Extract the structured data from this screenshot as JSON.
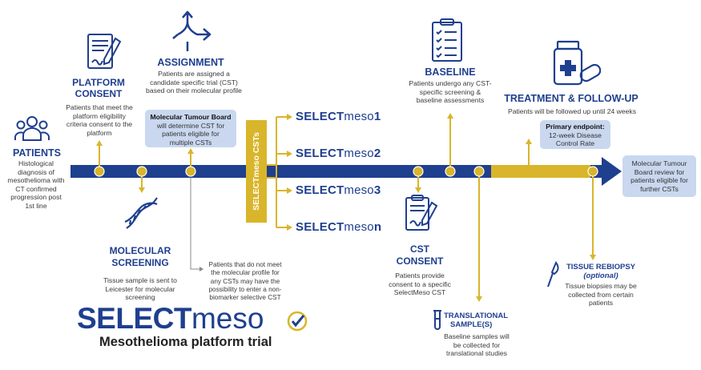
{
  "patients": {
    "title": "PATIENTS",
    "lines": [
      "Histological",
      "diagnosis of",
      "mesothelioma with",
      "CT confirmed",
      "progression post",
      "1st line"
    ]
  },
  "platform_consent": {
    "title_1": "PLATFORM",
    "title_2": "CONSENT",
    "lines": [
      "Patients that meet the",
      "platform eligibility",
      "criteria consent to the",
      "platform"
    ]
  },
  "assignment": {
    "title": "ASSIGNMENT",
    "lines": [
      "Patients are assigned a",
      "candidate specific trial (CST)",
      "based on their molecular profile"
    ],
    "box_bold": "Molecular Tumour Board",
    "box_lines": [
      "will determine CST for",
      "patients eligible for",
      "multiple CSTs"
    ]
  },
  "vertical_band": {
    "label": "SELECTmeso CSTs"
  },
  "csts": [
    {
      "prefix": "SELECT",
      "suffix": "meso",
      "id": "1"
    },
    {
      "prefix": "SELECT",
      "suffix": "meso",
      "id": "2"
    },
    {
      "prefix": "SELECT",
      "suffix": "meso",
      "id": "3"
    },
    {
      "prefix": "SELECT",
      "suffix": "meso",
      "id": "n"
    }
  ],
  "molecular_screening": {
    "title_1": "MOLECULAR",
    "title_2": "SCREENING",
    "lines": [
      "Tissue sample is sent to",
      "Leicester for molecular",
      "screening"
    ]
  },
  "non_match_note": {
    "lines": [
      "Patients that do not meet",
      "the molecular profile for",
      "any CSTs may have the",
      "possibility to enter a non-",
      "biomarker selective CST"
    ]
  },
  "baseline": {
    "title": "BASELINE",
    "lines": [
      "Patients undergo any CST-",
      "specific screening &",
      "baseline assessments"
    ]
  },
  "cst_consent": {
    "title_1": "CST",
    "title_2": "CONSENT",
    "lines": [
      "Patients provide",
      "consent to a specific",
      "SelectMeso  CST"
    ]
  },
  "treatment": {
    "title": "TREATMENT & FOLLOW-UP",
    "subtitle": "Patients will be followed up until 24 weeks",
    "box_bold": "Primary endpoint:",
    "box_lines": [
      "12-week Disease",
      "Control Rate"
    ]
  },
  "final_review": {
    "lines": [
      "Molecular Tumour",
      "Board review  for",
      "patients eligible  for",
      "further CSTs"
    ]
  },
  "translational": {
    "title_1": "TRANSLATIONAL",
    "title_2": "SAMPLE(S)",
    "lines": [
      "Baseline samples will",
      "be collected for",
      "translational studies"
    ]
  },
  "tissue_rebiopsy": {
    "title": "TISSUE REBIOPSY",
    "subtitle": "(optional)",
    "lines": [
      "Tissue biopsies may be",
      "collected from certain",
      "patients"
    ]
  },
  "logo": {
    "word_1": "SELECT",
    "word_2": "meso",
    "tagline": "Mesothelioma platform trial"
  },
  "colors": {
    "navy": "#1f3f8f",
    "gold": "#d9b52b",
    "light_blue": "#c9d8ef"
  }
}
